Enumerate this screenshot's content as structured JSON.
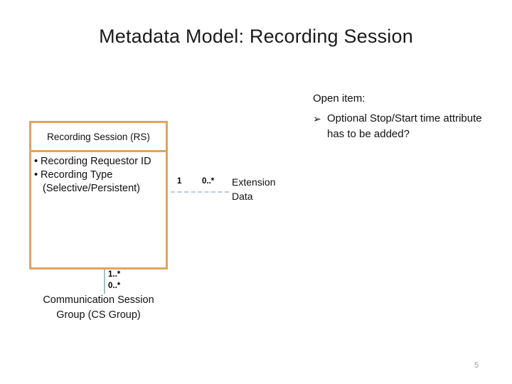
{
  "slide": {
    "title": "Metadata Model: Recording Session",
    "number": "5"
  },
  "class_box": {
    "name": "Recording Session (RS)",
    "attributes": [
      {
        "bullet": "•",
        "text": "Recording Requestor ID",
        "indented": false
      },
      {
        "bullet": "•",
        "text": "Recording Type",
        "indented": false
      },
      {
        "bullet": "",
        "text": "(Selective/Persistent)",
        "indented": true
      }
    ]
  },
  "associations": {
    "extension": {
      "source_multiplicity": "1",
      "target_multiplicity": "0..*",
      "target_line1": "Extension",
      "target_line2": "Data",
      "line_style": "dashed",
      "line_color": "#b9cfdc"
    },
    "cs_group": {
      "source_multiplicity": "1..*",
      "target_multiplicity": "0..*",
      "target_line1": "Communication Session",
      "target_line2": "Group (CS Group)",
      "line_style": "solid",
      "line_color": "#a8becb"
    }
  },
  "open_item": {
    "heading": "Open item:",
    "bullet_glyph": "➢",
    "text": "Optional Stop/Start time attribute has to be added?"
  },
  "colors": {
    "class_border": "#e3a35f",
    "background": "#ffffff",
    "text": "#101010",
    "slide_number": "#9b9b9b"
  }
}
